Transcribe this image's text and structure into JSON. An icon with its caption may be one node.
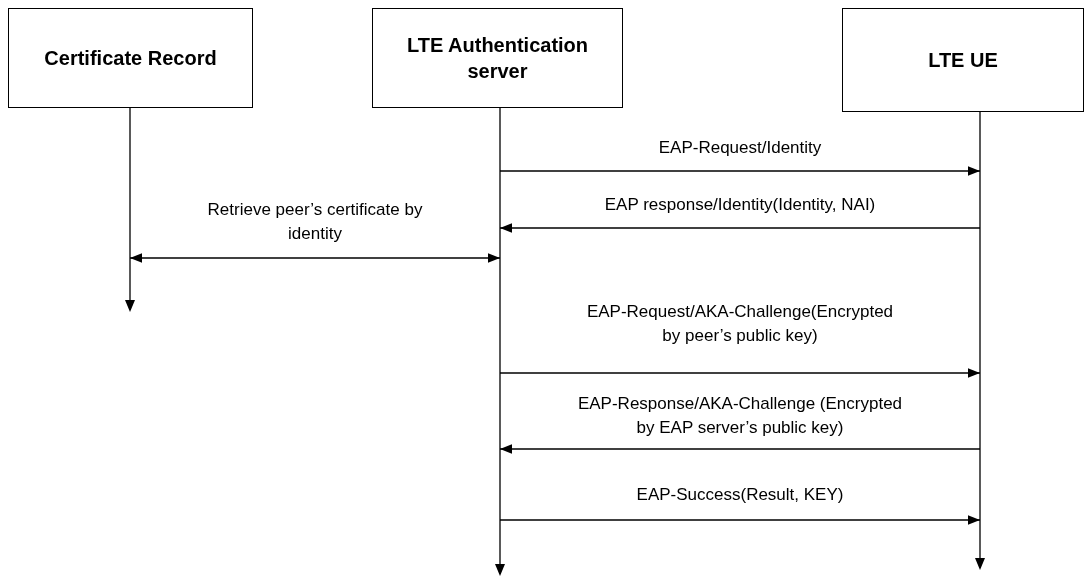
{
  "diagram": {
    "nodes": [
      {
        "text": [
          "Certificate Record"
        ]
      },
      {
        "text": [
          "LTE Authentication server"
        ]
      },
      {
        "text": [
          "LTE UE"
        ]
      },
      {
        "text": [],
        "shape": "line"
      },
      {
        "text": [],
        "shape": "line"
      },
      {
        "text": [],
        "shape": "line"
      }
    ],
    "edges": [
      {
        "from": 4,
        "to": 5,
        "arrow": "to",
        "label": "EAP-Request/Identity"
      },
      {
        "from": 5,
        "to": 4,
        "arrow": "to",
        "label": "EAP response/Identity(Identity, NAI)"
      },
      {
        "from": 3,
        "to": 4,
        "arrow": "both",
        "label": "Retrieve peer’s certificate by identity"
      },
      {
        "from": 4,
        "to": 5,
        "arrow": "to",
        "label": "EAP-Request/AKA-Challenge(Encrypted by peer’s public key)"
      },
      {
        "from": 5,
        "to": 4,
        "arrow": "to",
        "label": "EAP-Response/AKA-Challenge (Encrypted by EAP server’s public key)"
      },
      {
        "from": 4,
        "to": 5,
        "arrow": "to",
        "label": "EAP-Success(Result, KEY)"
      }
    ]
  }
}
